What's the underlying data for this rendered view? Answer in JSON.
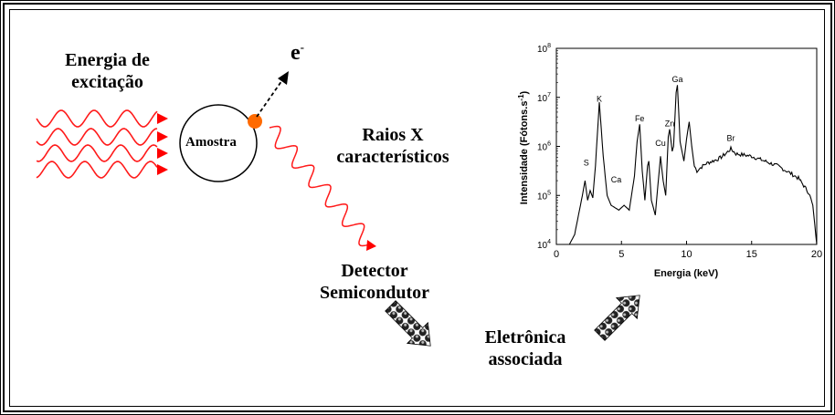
{
  "labels": {
    "excitation_energy_line1": "Energia de",
    "excitation_energy_line2": "excitação",
    "sample": "Amostra",
    "electron_symbol": "e",
    "electron_superscript": "-",
    "xray_line1": "Raios X",
    "xray_line2": "característicos",
    "detector_line1": "Detector",
    "detector_line2": "Semicondutor",
    "electronics_line1": "Eletrônica",
    "electronics_line2": "associada"
  },
  "colors": {
    "wave": "#ff1a1a",
    "arrowhead": "#ff0000",
    "hot_spot": "#ff6a00",
    "ink": "#000000"
  },
  "chart_data": {
    "type": "line",
    "xlabel": "Energia (keV)",
    "ylabel": "Intensidade (Fótons.s",
    "ylabel_sup": "-1",
    "ylabel_tail": ")",
    "xlim": [
      0,
      20
    ],
    "ylim_exp": [
      4,
      8
    ],
    "y_scale": "log",
    "x_ticks": [
      "0",
      "5",
      "10",
      "15",
      "20"
    ],
    "y_tick_exponents": [
      "4",
      "5",
      "6",
      "7",
      "8"
    ],
    "y_tick_base": "10",
    "peaks": [
      {
        "label": "S",
        "x": 2.3,
        "logy": 5.5
      },
      {
        "label": "K",
        "x": 3.3,
        "logy": 6.8
      },
      {
        "label": "Ca",
        "x": 4.6,
        "logy": 5.15
      },
      {
        "label": "Fe",
        "x": 6.4,
        "logy": 6.4
      },
      {
        "label": "Cu",
        "x": 8.0,
        "logy": 5.9
      },
      {
        "label": "Zn",
        "x": 8.7,
        "logy": 6.3
      },
      {
        "label": "Ga",
        "x": 9.3,
        "logy": 7.2
      },
      {
        "label": "Br",
        "x": 13.4,
        "logy": 6.0
      }
    ],
    "series": [
      {
        "x": [
          1.0,
          1.4,
          1.7,
          2.0,
          2.2,
          2.4,
          2.6,
          2.8,
          3.0,
          3.3,
          3.6,
          3.9,
          4.2,
          4.5,
          4.8,
          5.2,
          5.6,
          6.0,
          6.2,
          6.4,
          6.6,
          6.8,
          7.0,
          7.1,
          7.3,
          7.6,
          7.8,
          8.0,
          8.2,
          8.4,
          8.6,
          8.7,
          8.9,
          9.0,
          9.2,
          9.3,
          9.5,
          9.8,
          10.0,
          10.2,
          10.4,
          10.6,
          10.8,
          11.0,
          11.5,
          12.0,
          12.5,
          13.0,
          13.4,
          13.8,
          14.5,
          15.0,
          16.0,
          17.0,
          18.0,
          18.6,
          19.0,
          19.4,
          19.7,
          20.0
        ],
        "logy": [
          4.0,
          4.2,
          4.6,
          5.0,
          5.3,
          4.9,
          5.1,
          4.95,
          5.6,
          6.9,
          5.8,
          5.0,
          4.8,
          4.75,
          4.7,
          4.8,
          4.7,
          5.4,
          6.1,
          6.45,
          5.5,
          4.9,
          5.6,
          5.7,
          4.9,
          4.6,
          5.2,
          5.8,
          5.3,
          5.0,
          6.2,
          6.35,
          5.9,
          6.0,
          7.1,
          7.25,
          6.1,
          5.7,
          6.15,
          6.5,
          6.0,
          5.6,
          5.5,
          5.55,
          5.65,
          5.7,
          5.75,
          5.85,
          5.95,
          5.85,
          5.82,
          5.8,
          5.7,
          5.6,
          5.45,
          5.35,
          5.2,
          5.05,
          4.8,
          4.0
        ]
      }
    ]
  }
}
